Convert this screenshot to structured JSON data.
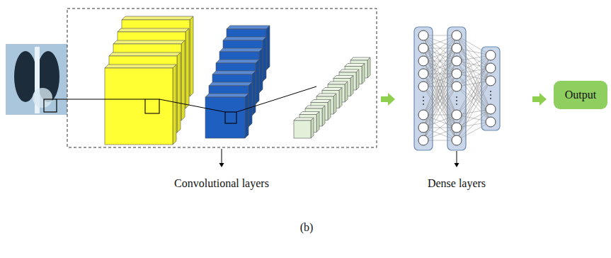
{
  "diagram": {
    "caption": "(b)",
    "nodes": [
      {
        "text": [
          "Output"
        ]
      }
    ],
    "labels": [
      "Convolutional layers",
      "Dense layers"
    ]
  }
}
